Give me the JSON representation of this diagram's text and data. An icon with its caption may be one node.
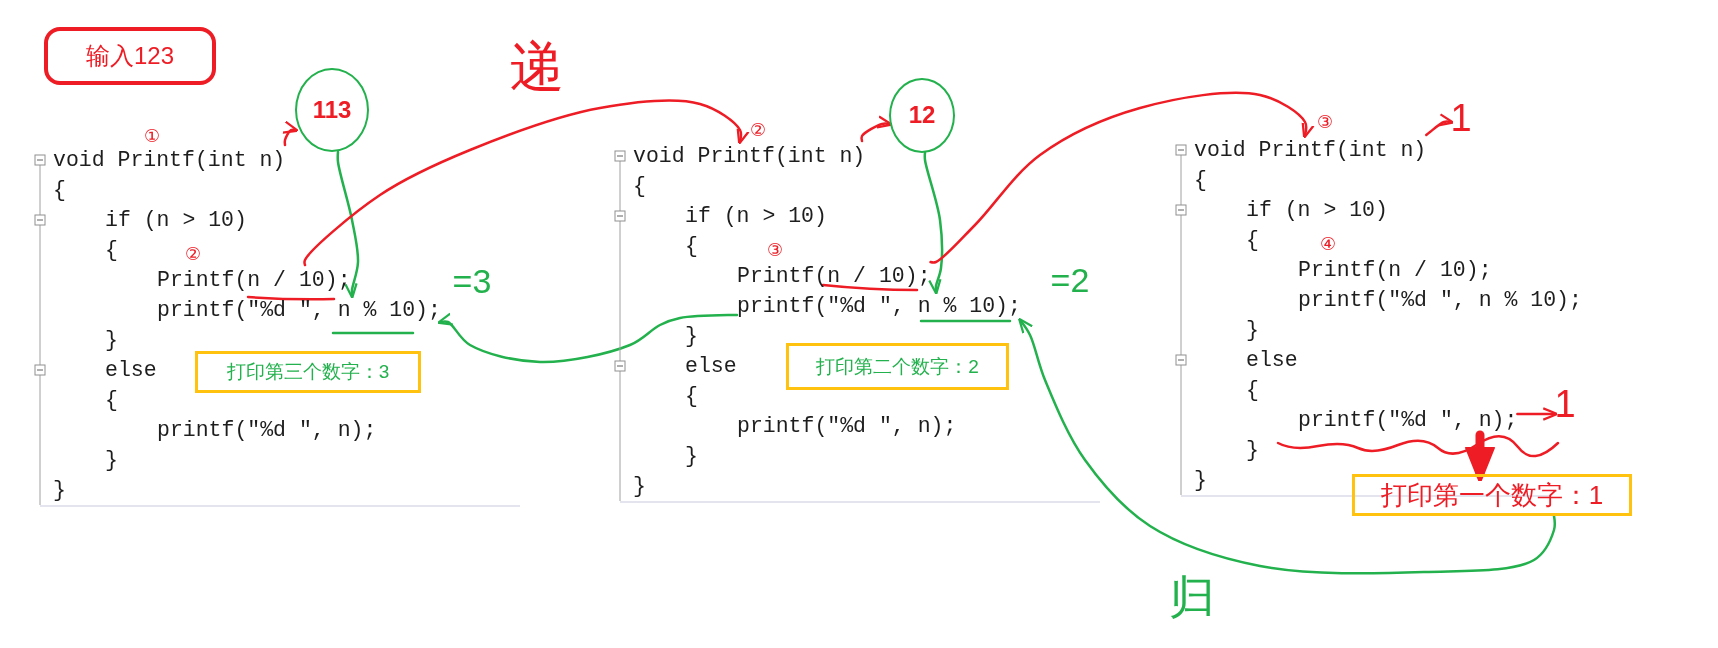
{
  "diagram": {
    "nodes": [
      {
        "text": [
          "输入123"
        ]
      },
      {
        "text": [],
        "shape": "box"
      },
      {
        "text": [
          "void Printf(int n)"
        ],
        "in": 1
      },
      {
        "text": [
          "{"
        ],
        "in": 1
      },
      {
        "text": [
          "if (n > 10)"
        ],
        "in": 1
      },
      {
        "text": [
          "{"
        ],
        "in": 1
      },
      {
        "text": [
          "Printf(n / 10);"
        ],
        "in": 1
      },
      {
        "text": [
          "printf(\"%d \", n % 10);"
        ],
        "in": 1
      },
      {
        "text": [
          "}"
        ],
        "in": 1
      },
      {
        "text": [
          "else"
        ],
        "in": 1
      },
      {
        "text": [
          "{"
        ],
        "in": 1
      },
      {
        "text": [
          "printf(\"%d \", n);"
        ],
        "in": 1
      },
      {
        "text": [
          "}"
        ],
        "in": 1
      },
      {
        "text": [
          "}"
        ],
        "in": 1
      },
      {
        "text": [
          "打印第三个数字：3"
        ],
        "in": 1
      },
      {
        "text": [
          "113"
        ]
      },
      {
        "text": [],
        "shape": "box"
      },
      {
        "text": [
          "void Printf(int n)"
        ],
        "in": 16
      },
      {
        "text": [
          "{"
        ],
        "in": 16
      },
      {
        "text": [
          "if (n > 10)"
        ],
        "in": 16
      },
      {
        "text": [
          "{"
        ],
        "in": 16
      },
      {
        "text": [
          "Printf(n / 10);"
        ],
        "in": 16
      },
      {
        "text": [
          "printf(\"%d \", n % 10);"
        ],
        "in": 16
      },
      {
        "text": [
          "}"
        ],
        "in": 16
      },
      {
        "text": [
          "else"
        ],
        "in": 16
      },
      {
        "text": [
          "{"
        ],
        "in": 16
      },
      {
        "text": [
          "printf(\"%d \", n);"
        ],
        "in": 16
      },
      {
        "text": [
          "}"
        ],
        "in": 16
      },
      {
        "text": [
          "}"
        ],
        "in": 16
      },
      {
        "text": [
          "打印第二个数字：2"
        ],
        "in": 16
      },
      {
        "text": [
          "12"
        ]
      },
      {
        "text": [],
        "shape": "box"
      },
      {
        "text": [
          "void Printf(int n)"
        ],
        "in": 31
      },
      {
        "text": [
          "{"
        ],
        "in": 31
      },
      {
        "text": [
          "if (n > 10)"
        ],
        "in": 31
      },
      {
        "text": [
          "{"
        ],
        "in": 31
      },
      {
        "text": [
          "Printf(n / 10);"
        ],
        "in": 31
      },
      {
        "text": [
          "printf(\"%d \", n % 10);"
        ],
        "in": 31
      },
      {
        "text": [
          "}"
        ],
        "in": 31
      },
      {
        "text": [
          "else"
        ],
        "in": 31
      },
      {
        "text": [
          "{"
        ],
        "in": 31
      },
      {
        "text": [
          "printf(\"%d \", n);"
        ],
        "in": 31
      },
      {
        "text": [
          "}"
        ],
        "in": 31
      },
      {
        "text": [
          "}"
        ],
        "in": 31
      },
      {
        "text": [
          "1"
        ]
      },
      {
        "text": [
          "1"
        ]
      },
      {
        "text": [
          "打印第一个数字：1"
        ]
      }
    ],
    "edges": [
      {
        "from": 2,
        "to": 15,
        "arrow": "to",
        "color": "#ee1c24"
      },
      {
        "from": 15,
        "to": 7,
        "arrow": "to",
        "color": "#22b14c"
      },
      {
        "from": 6,
        "to": 17,
        "arrow": "to",
        "color": "#ee1c24"
      },
      {
        "from": 17,
        "to": 30,
        "arrow": "to",
        "color": "#ee1c24"
      },
      {
        "from": 30,
        "to": 22,
        "arrow": "to",
        "color": "#22b14c"
      },
      {
        "from": 22,
        "to": 7,
        "arrow": "to",
        "color": "#22b14c"
      },
      {
        "from": 21,
        "to": 32,
        "arrow": "to",
        "color": "#ee1c24"
      },
      {
        "from": 32,
        "to": 44,
        "arrow": "to",
        "color": "#ee1c24"
      },
      {
        "from": 41,
        "to": 45,
        "arrow": "to",
        "color": "#ee1c24"
      },
      {
        "from": 41,
        "to": 46,
        "arrow": "to",
        "style": "thick",
        "color": "#ee1c24"
      },
      {
        "from": 46,
        "to": 22,
        "arrow": "to",
        "color": "#22b14c"
      }
    ],
    "labels": [
      "递",
      "①",
      "②",
      "③",
      "②",
      "③",
      "④",
      "=3",
      "=2",
      "归"
    ]
  }
}
